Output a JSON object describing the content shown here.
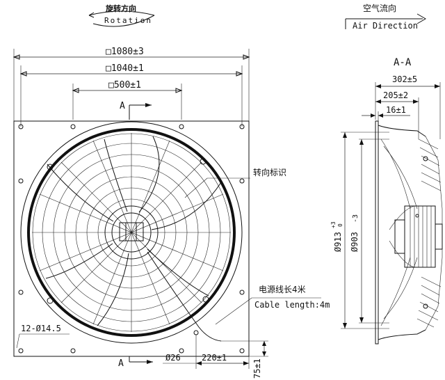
{
  "header": {
    "rotation_cn": "旋转方向",
    "rotation_en": "Rotation",
    "airflow_cn": "空气流向",
    "airflow_en": "Air Direction"
  },
  "front_view": {
    "dim_outer": "□1080±3",
    "dim_holes": "□1040±1",
    "dim_inner": "□500±1",
    "section_label_top": "A",
    "section_label_bottom": "A",
    "rotation_mark_cn": "转向标识",
    "cable_cn": "电源线长4米",
    "cable_en": "Cable length:4m",
    "holes": "12-Ø14.5",
    "cable_dia": "Ø26",
    "dim_cable_offset": "220±1",
    "dim_cable_height": "75±1"
  },
  "side_view": {
    "title": "A-A",
    "dim_depth": "302±5",
    "dim_motor": "205±2",
    "dim_flange": "16±1",
    "dia_outer": "Ø913",
    "dia_outer_tol_upper": "+3",
    "dia_outer_tol_lower": "0",
    "dia_inner": "Ø903",
    "dia_inner_tol": "-3"
  }
}
